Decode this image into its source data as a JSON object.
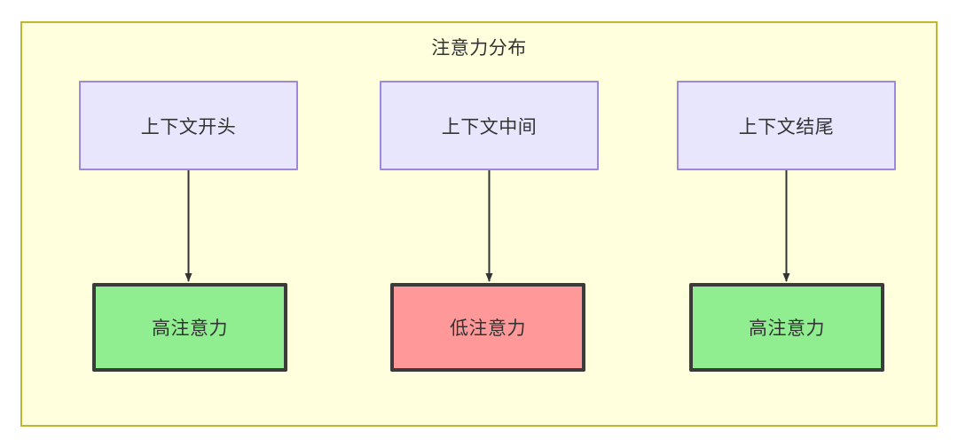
{
  "diagram": {
    "title": "注意力分布",
    "background_color": "#ffffde",
    "border_color": "#bfb72e",
    "nodes": {
      "context": [
        {
          "id": "ctx-start",
          "label": "上下文开头",
          "fill": "#e8e6fc",
          "stroke": "#9f86e0"
        },
        {
          "id": "ctx-middle",
          "label": "上下文中间",
          "fill": "#e8e6fc",
          "stroke": "#9f86e0"
        },
        {
          "id": "ctx-end",
          "label": "上下文结尾",
          "fill": "#e8e6fc",
          "stroke": "#9f86e0"
        }
      ],
      "attention": [
        {
          "id": "attn-start",
          "label": "高注意力",
          "fill": "#90ee90",
          "stroke": "#3b3b3b",
          "level": "high"
        },
        {
          "id": "attn-middle",
          "label": "低注意力",
          "fill": "#ff9999",
          "stroke": "#3b3b3b",
          "level": "low"
        },
        {
          "id": "attn-end",
          "label": "高注意力",
          "fill": "#90ee90",
          "stroke": "#3b3b3b",
          "level": "high"
        }
      ]
    },
    "edges": [
      {
        "from": "ctx-start",
        "to": "attn-start",
        "label": ""
      },
      {
        "from": "ctx-middle",
        "to": "attn-middle",
        "label": ""
      },
      {
        "from": "ctx-end",
        "to": "attn-end",
        "label": ""
      }
    ],
    "edge_color": "#333333"
  }
}
